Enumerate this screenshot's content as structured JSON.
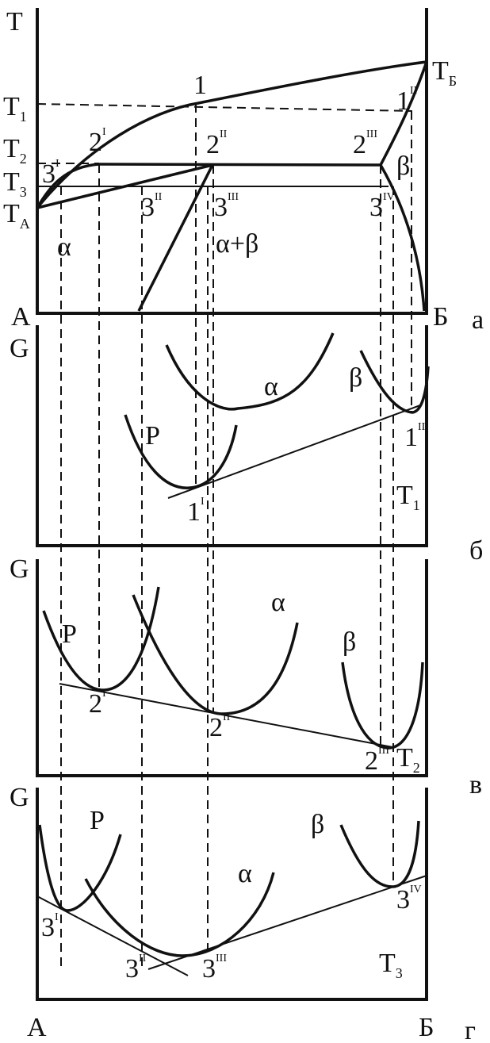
{
  "panel_a": {
    "axis_T": "T",
    "T1": "T",
    "T1_sub": "1",
    "T2": "T",
    "T2_sub": "2",
    "T3": "T",
    "T3_sub": "3",
    "TA": "T",
    "TA_sub": "A",
    "TB": "T",
    "TB_sub": "Б",
    "p1": "1",
    "p1_II": "1",
    "p1_II_sup": "II",
    "p2_I": "2",
    "p2_I_sup": "I",
    "p2_II": "2",
    "p2_II_sup": "II",
    "p2_III": "2",
    "p2_III_sup": "III",
    "p3_I": "3",
    "p3_I_sup": "I",
    "p3_II": "3",
    "p3_II_sup": "II",
    "p3_III": "3",
    "p3_III_sup": "III",
    "p3_IV": "3",
    "p3_IV_sup": "IV",
    "alpha": "α",
    "beta": "β",
    "alpha_beta": "α+β",
    "axis_A": "А",
    "axis_B": "Б",
    "panel_label": "а"
  },
  "panel_b": {
    "axis_G": "G",
    "P": "P",
    "alpha": "α",
    "beta": "β",
    "p1_I": "1",
    "p1_I_sup": "I",
    "p1_II": "1",
    "p1_II_sup": "II",
    "temp": "T",
    "temp_sub": "1",
    "panel_label": "б"
  },
  "panel_c": {
    "axis_G": "G",
    "P": "P",
    "alpha": "α",
    "beta": "β",
    "p2_I": "2",
    "p2_I_sup": "I",
    "p2_II": "2",
    "p2_II_sup": "II",
    "p2_III": "2",
    "p2_III_sup": "III",
    "temp": "T",
    "temp_sub": "2",
    "panel_label": "в"
  },
  "panel_d": {
    "axis_G": "G",
    "P": "P",
    "alpha": "α",
    "beta": "β",
    "p3_I": "3",
    "p3_I_sup": "I",
    "p3_II": "3",
    "p3_II_sup": "II",
    "p3_III": "3",
    "p3_III_sup": "III",
    "p3_IV": "3",
    "p3_IV_sup": "IV",
    "temp": "T",
    "temp_sub": "3",
    "axis_A": "А",
    "axis_B": "Б",
    "panel_label": "г"
  }
}
